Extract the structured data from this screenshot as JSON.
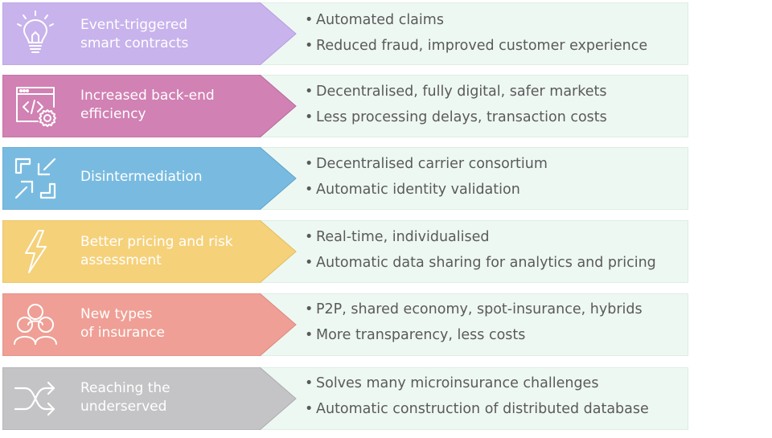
{
  "rows": [
    {
      "title": "Event-triggered\nsmart contracts",
      "color": "#c8b3ec",
      "icon": "lightbulb-icon",
      "bullets": [
        "Automated claims",
        "Reduced fraud, improved customer experience"
      ]
    },
    {
      "title": "Increased back-end\nefficiency",
      "color": "#d181b3",
      "icon": "code-settings-icon",
      "bullets": [
        "Decentralised, fully digital, safer markets",
        "Less processing delays, transaction costs"
      ]
    },
    {
      "title": "Disintermediation",
      "color": "#79bbe0",
      "icon": "inward-arrows-icon",
      "bullets": [
        "Decentralised carrier consortium",
        "Automatic identity validation"
      ]
    },
    {
      "title": "Better pricing and risk\nassessment",
      "color": "#f5d17a",
      "icon": "lightning-icon",
      "bullets": [
        "Real-time, individualised",
        "Automatic data sharing for analytics and pricing"
      ]
    },
    {
      "title": "New types\nof insurance",
      "color": "#ef9f95",
      "icon": "people-group-icon",
      "bullets": [
        "P2P, shared economy, spot-insurance, hybrids",
        "More transparency, less costs"
      ]
    },
    {
      "title": "Reaching the\nunderserved",
      "color": "#c4c3c6",
      "icon": "shuffle-icon",
      "bullets": [
        "Solves many microinsurance challenges",
        "Automatic construction of distributed database"
      ]
    }
  ]
}
